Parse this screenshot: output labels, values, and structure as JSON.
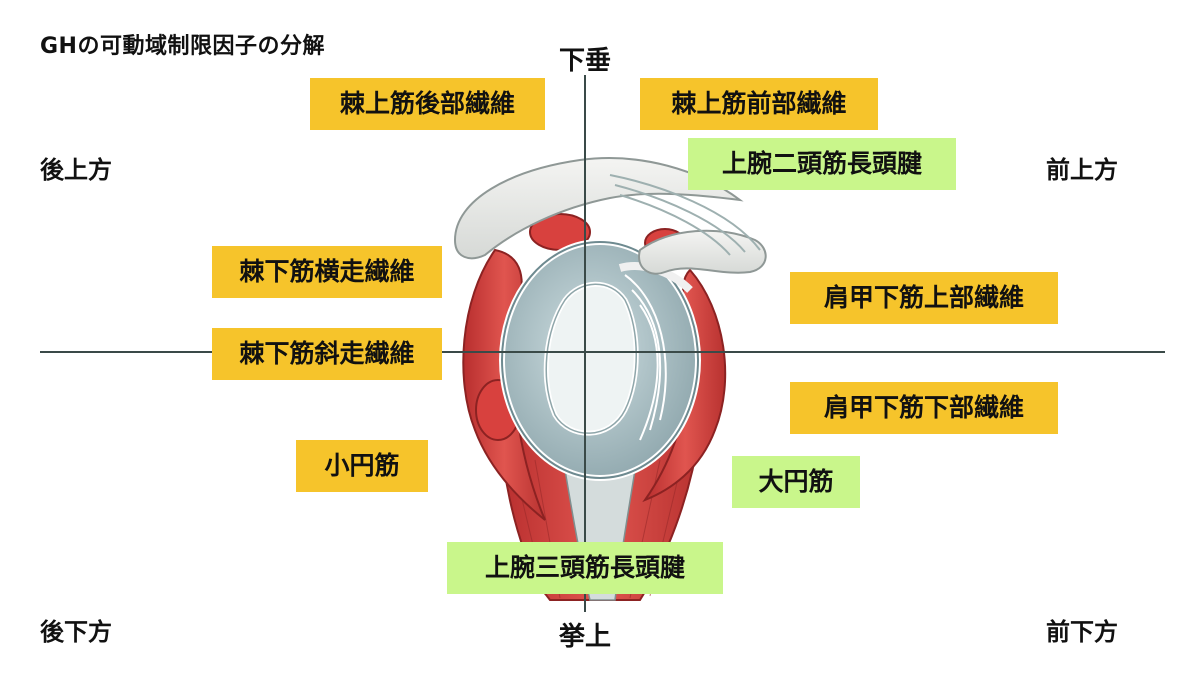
{
  "title": "GHの可動域制限因子の分解",
  "axes": {
    "top": "下垂",
    "bottom": "挙上"
  },
  "directions": {
    "upper_left": "後上方",
    "upper_right": "前上方",
    "lower_left": "後下方",
    "lower_right": "前下方"
  },
  "factors": {
    "supraspinatus_posterior": "棘上筋後部繊維",
    "supraspinatus_anterior": "棘上筋前部繊維",
    "biceps_long_head": "上腕二頭筋長頭腱",
    "infraspinatus_transverse": "棘下筋横走繊維",
    "infraspinatus_oblique": "棘下筋斜走繊維",
    "subscapularis_upper": "肩甲下筋上部繊維",
    "subscapularis_lower": "肩甲下筋下部繊維",
    "teres_minor": "小円筋",
    "teres_major": "大円筋",
    "triceps_long_head": "上腕三頭筋長頭腱"
  },
  "colors": {
    "muscle_tag": "#f6c42b",
    "other_tag": "#c9f68b",
    "axis_line": "#3a4a48",
    "muscle_red": "#d8413e",
    "cartilage": "#b9ccd0"
  }
}
